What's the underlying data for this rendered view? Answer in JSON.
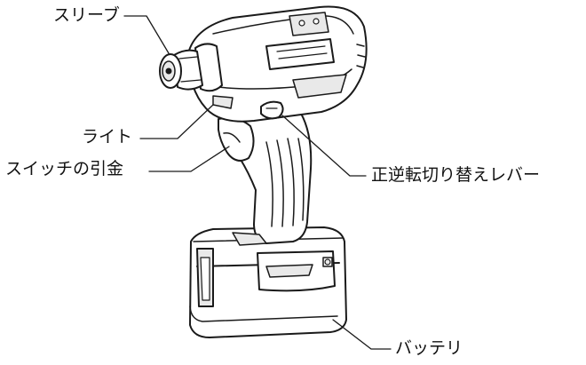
{
  "labels": {
    "sleeve": "スリーブ",
    "light": "ライト",
    "trigger": "スイッチの引金",
    "reversing_lever": "正逆転切り替えレバー",
    "battery": "バッテリ"
  },
  "colors": {
    "line": "#1a1a1a",
    "fill": "#ffffff",
    "shade": "#e9e9e9"
  }
}
